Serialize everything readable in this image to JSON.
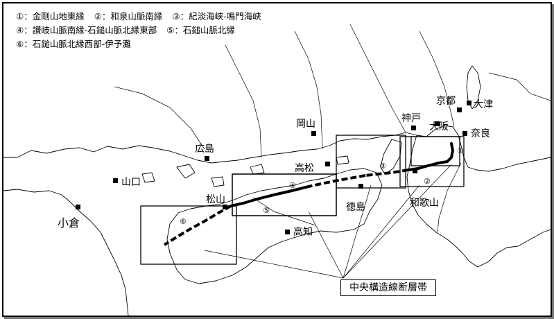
{
  "legend": {
    "row1": [
      "①：金剛山地東縁",
      "②：和泉山脈南縁",
      "③：紀淡海峡‐鳴門海峡"
    ],
    "row2": [
      "④：讃岐山脈南縁‐石鎚山脈北縁東部",
      "⑤：石鎚山脈北縁"
    ],
    "row3": [
      "⑥：石鎚山脈北縁西部‐伊予灘"
    ]
  },
  "cities": {
    "kyoto": "京都",
    "otsu": "大津",
    "kobe": "神戸",
    "osaka": "大阪",
    "nara": "奈良",
    "okayama": "岡山",
    "hiroshima": "広島",
    "takamatsu": "高松",
    "yamaguchi": "山口",
    "matsuyama": "松山",
    "tokushima": "徳島",
    "wakayama": "和歌山",
    "kokura": "小倉",
    "kochi": "高知"
  },
  "segments": {
    "s1": "①",
    "s2": "②",
    "s3": "③",
    "s4": "④",
    "s5": "⑤",
    "s6": "⑥"
  },
  "callout": "中央構造線断層帯"
}
